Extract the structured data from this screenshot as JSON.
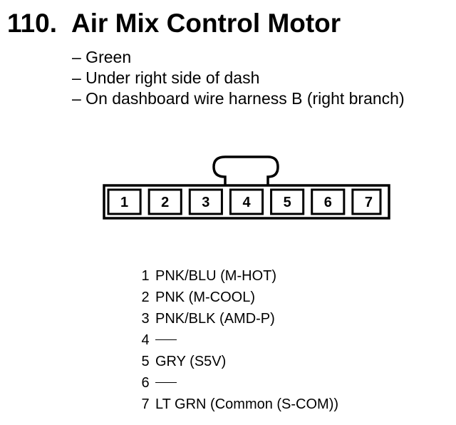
{
  "title": {
    "number": "110.",
    "text": "Air Mix Control Motor"
  },
  "details": [
    "– Green",
    "– Under right side of dash",
    "– On dashboard wire harness B (right branch)"
  ],
  "connector": {
    "cavities": [
      "1",
      "2",
      "3",
      "4",
      "5",
      "6",
      "7"
    ],
    "latch_at_cavity": 4
  },
  "pins": [
    {
      "num": "1",
      "wire": "PNK/BLU (M-HOT)"
    },
    {
      "num": "2",
      "wire": "PNK (M-COOL)"
    },
    {
      "num": "3",
      "wire": "PNK/BLK (AMD-P)"
    },
    {
      "num": "4",
      "wire": ""
    },
    {
      "num": "5",
      "wire": "GRY (S5V)"
    },
    {
      "num": "6",
      "wire": ""
    },
    {
      "num": "7",
      "wire": "LT GRN (Common (S-COM))"
    }
  ]
}
